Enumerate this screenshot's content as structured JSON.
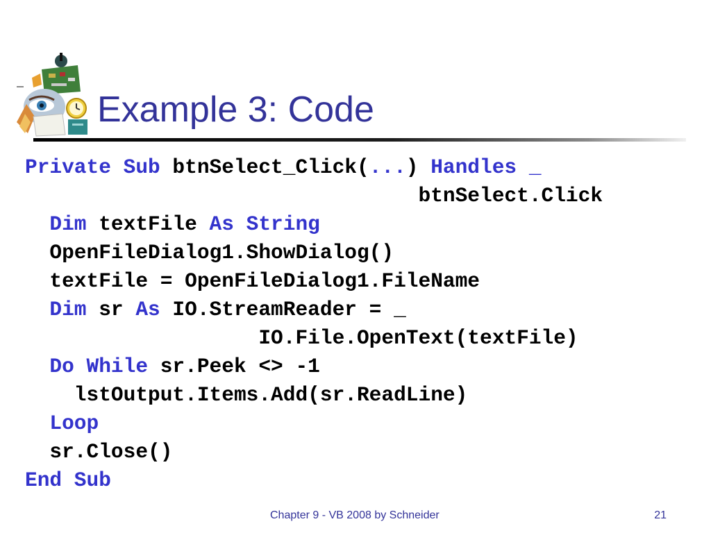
{
  "slide": {
    "title": "Example 3: Code",
    "code_lines": [
      [
        {
          "t": "Private Sub",
          "kw": true
        },
        {
          "t": " btnSelect_Click(",
          "kw": false
        },
        {
          "t": "...",
          "kw": true
        },
        {
          "t": ") ",
          "kw": false
        },
        {
          "t": "Handles _",
          "kw": true
        }
      ],
      [
        {
          "t": "                                btnSelect.Click",
          "kw": false
        }
      ],
      [
        {
          "t": "  ",
          "kw": false
        },
        {
          "t": "Dim",
          "kw": true
        },
        {
          "t": " textFile ",
          "kw": false
        },
        {
          "t": "As String",
          "kw": true
        }
      ],
      [
        {
          "t": "  OpenFileDialog1.ShowDialog()",
          "kw": false
        }
      ],
      [
        {
          "t": "  textFile = OpenFileDialog1.FileName",
          "kw": false
        }
      ],
      [
        {
          "t": "  ",
          "kw": false
        },
        {
          "t": "Dim",
          "kw": true
        },
        {
          "t": " sr ",
          "kw": false
        },
        {
          "t": "As",
          "kw": true
        },
        {
          "t": " IO.StreamReader = _",
          "kw": false
        }
      ],
      [
        {
          "t": "                   IO.File.OpenText(textFile)",
          "kw": false
        }
      ],
      [
        {
          "t": "  ",
          "kw": false
        },
        {
          "t": "Do While",
          "kw": true
        },
        {
          "t": " sr.Peek <> -1",
          "kw": false
        }
      ],
      [
        {
          "t": "    lstOutput.Items.Add(sr.ReadLine)",
          "kw": false
        }
      ],
      [
        {
          "t": "  ",
          "kw": false
        },
        {
          "t": "Loop",
          "kw": true
        }
      ],
      [
        {
          "t": "  sr.Close()",
          "kw": false
        }
      ],
      [
        {
          "t": "End Sub",
          "kw": true
        }
      ]
    ]
  },
  "footer": {
    "text": "Chapter 9 - VB 2008 by Schneider",
    "page_number": "21"
  },
  "colors": {
    "title": "#333399",
    "keyword": "#3333cc",
    "code": "#000000",
    "footer": "#333399"
  },
  "icons": {
    "logo": "clip-art-collage-logo"
  }
}
